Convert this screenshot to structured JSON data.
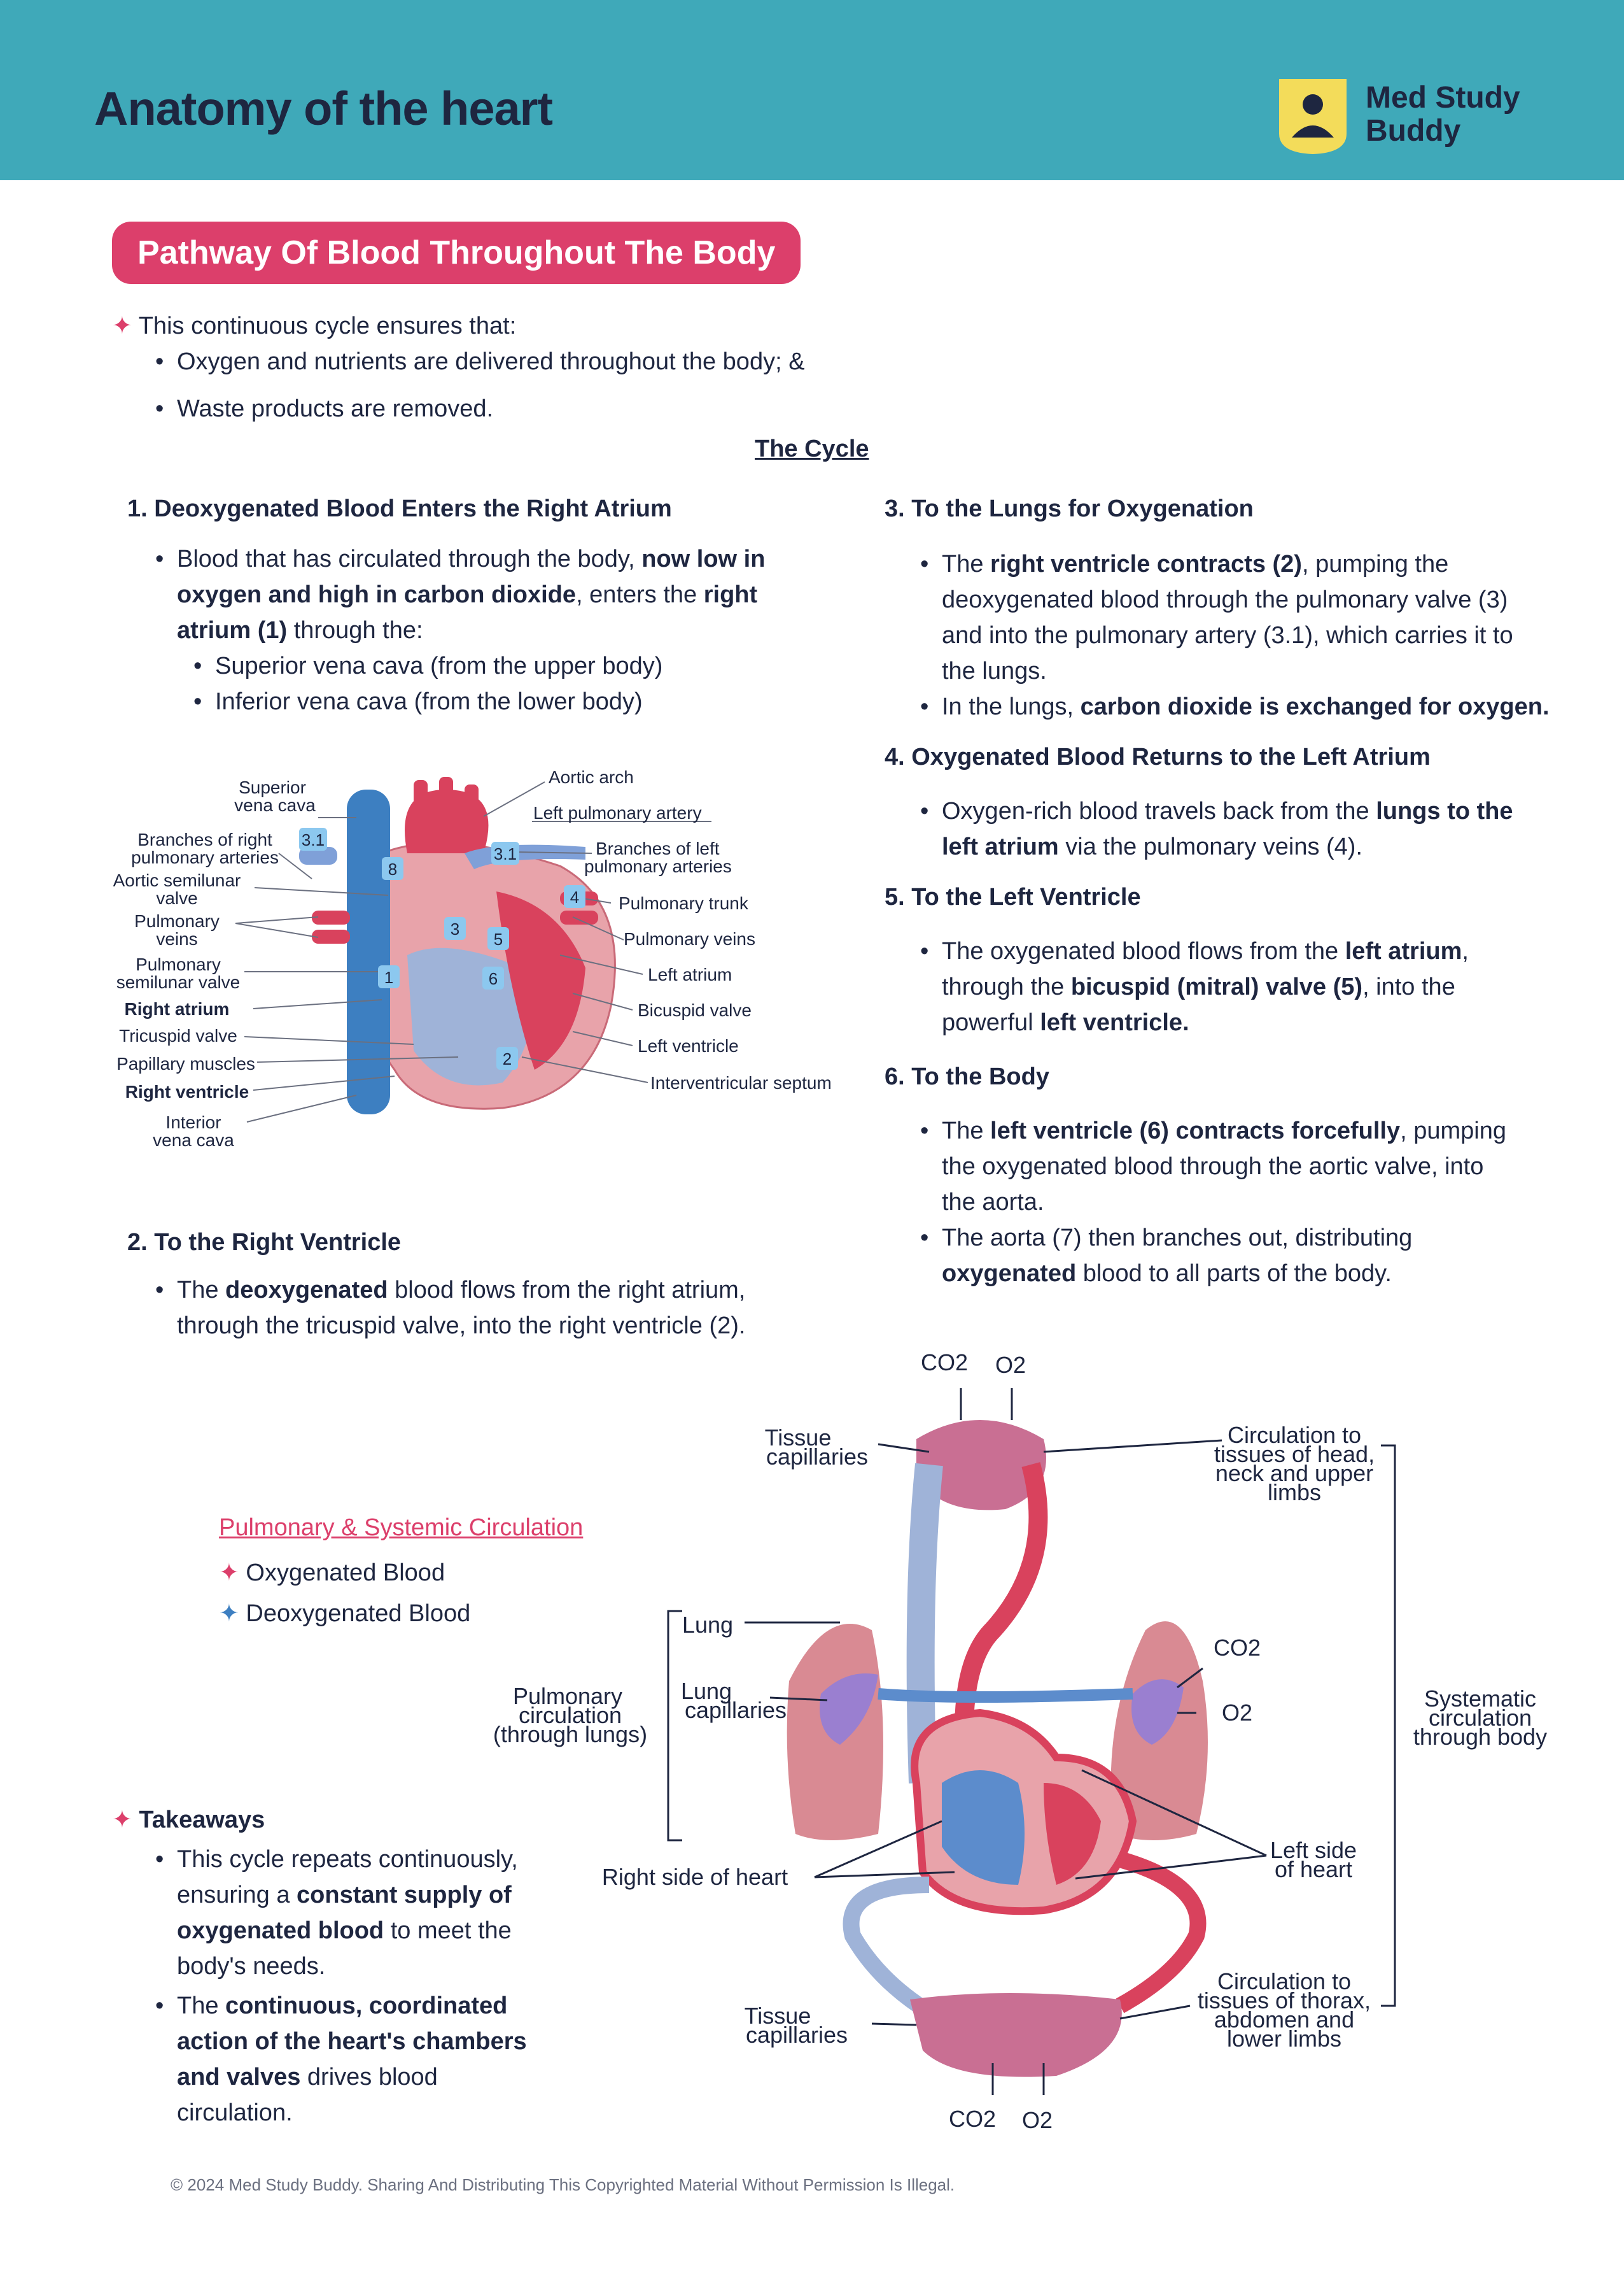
{
  "header": {
    "title": "Anatomy of the heart",
    "logo_line1": "Med Study",
    "logo_line2": "Buddy",
    "logo_icon": "person-badge-icon"
  },
  "section": {
    "title": "Pathway Of Blood Throughout The Body"
  },
  "intro": {
    "lead": "This continuous cycle ensures that:",
    "bullets": [
      "Oxygen and nutrients are delivered throughout the body; &",
      "Waste products are removed."
    ]
  },
  "cycle_title": "The Cycle",
  "steps": {
    "s1": {
      "heading": "1. Deoxygenated Blood Enters the Right Atrium",
      "p1a": "Blood that has circulated through the body, ",
      "p1b": "now low in oxygen and high in carbon dioxide",
      "p1c": ", enters the ",
      "p1d": "right atrium (1)",
      "p1e": " through the:",
      "sub1": "Superior vena cava (from the upper body)",
      "sub2": "Inferior vena cava (from the lower body)"
    },
    "s2": {
      "heading": "2. To the Right Ventricle",
      "pa": "The ",
      "pb": "deoxygenated",
      "pc": " blood flows from the right atrium, through the tricuspid valve, into the right ventricle (2)."
    },
    "s3": {
      "heading": "3. To the Lungs for Oxygenation",
      "pa": "The ",
      "pb": "right ventricle contracts (2)",
      "pc": ", pumping the deoxygenated blood through the pulmonary valve (3) and into the pulmonary artery (3.1), which carries it to the lungs.",
      "qa": "In the lungs, ",
      "qb": "carbon dioxide is exchanged for oxygen."
    },
    "s4": {
      "heading": "4. Oxygenated Blood Returns to the Left Atrium",
      "pa": "Oxygen-rich blood travels back from the ",
      "pb": "lungs to the left atrium",
      "pc": " via the pulmonary veins (4)."
    },
    "s5": {
      "heading": "5. To the Left Ventricle",
      "pa": "The oxygenated blood flows from the ",
      "pb": "left atrium",
      "pc": ", through the ",
      "pd": "bicuspid (mitral) valve (5)",
      "pe": ", into the powerful ",
      "pf": "left ventricle."
    },
    "s6": {
      "heading": "6. To the Body",
      "pa": "The ",
      "pb": "left ventricle (6) contracts forcefully",
      "pc": ", pumping the oxygenated blood through the aortic valve, into the aorta.",
      "qa": "The aorta (7) then branches out, distributing ",
      "qb": "oxygenated",
      "qc": " blood to all parts of the body."
    }
  },
  "heart_labels": {
    "superior_vena_cava": [
      "Superior",
      "vena cava"
    ],
    "branches_right": [
      "Branches of right",
      "pulmonary arteries"
    ],
    "aortic_valve": [
      "Aortic semilunar",
      "valve"
    ],
    "pulmonary_veins_l": [
      "Pulmonary",
      "veins"
    ],
    "pulmonary_valve": [
      "Pulmonary",
      "semilunar valve"
    ],
    "right_atrium": "Right atrium",
    "tricuspid": "Tricuspid valve",
    "papillary": "Papillary muscles",
    "right_ventricle": "Right ventricle",
    "inferior_vena_cava": [
      "Interior",
      "vena cava"
    ],
    "aortic_arch": "Aortic arch",
    "left_pulm_artery": "Left pulmonary artery",
    "branches_left": [
      "Branches of left",
      "pulmonary arteries"
    ],
    "pulm_trunk": "Pulmonary trunk",
    "pulm_veins_r": "Pulmonary veins",
    "left_atrium": "Left atrium",
    "bicuspid": "Bicuspid valve",
    "left_ventricle": "Left ventricle",
    "septum": "Interventricular septum",
    "badges": [
      "3.1",
      "8",
      "3.1",
      "4",
      "3",
      "5",
      "1",
      "6",
      "2"
    ]
  },
  "legend": {
    "title": "Pulmonary & Systemic Circulation",
    "oxygenated": "Oxygenated Blood",
    "deoxygenated": "Deoxygenated Blood",
    "colors": {
      "oxygenated": "#dc3f6b",
      "deoxygenated": "#3d7fc1"
    }
  },
  "takeaways": {
    "title": "Takeaways",
    "b1a": "This cycle repeats continuously, ensuring a ",
    "b1b": "constant supply of oxygenated blood",
    "b1c": " to meet the body's needs.",
    "b2a": "The ",
    "b2b": "continuous, coordinated action of the heart's chambers and valves",
    "b2c": " drives blood circulation."
  },
  "circulation": {
    "co2_top": "CO2",
    "o2_top": "O2",
    "tissue_top": [
      "Tissue",
      "capillaries"
    ],
    "head": [
      "Circulation to",
      "tissues of head,",
      "neck and upper",
      "limbs"
    ],
    "lung": "Lung",
    "lung_cap": [
      "Lung",
      "capillaries"
    ],
    "pulmonary": [
      "Pulmonary",
      "circulation",
      "(through lungs)"
    ],
    "co2_right": "CO2",
    "o2_right": "O2",
    "systemic": [
      "Systematic",
      "circulation",
      "through body"
    ],
    "left_side": [
      "Left side",
      "of heart"
    ],
    "right_side": "Right side of heart",
    "tissue_bottom": [
      "Tissue",
      "capillaries"
    ],
    "thorax": [
      "Circulation to",
      "tissues of thorax,",
      "abdomen and",
      "lower limbs"
    ],
    "co2_bottom": "CO2",
    "o2_bottom": "O2"
  },
  "footer": "© 2024 Med Study Buddy. Sharing And Distributing This Copyrighted Material Without Permission Is Illegal."
}
